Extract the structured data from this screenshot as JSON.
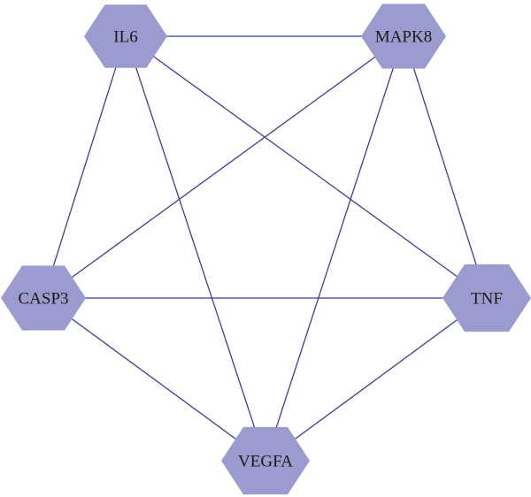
{
  "colors": {
    "node_fill": "#9b9bcf",
    "edge_stroke": "#3a3f91",
    "label_text": "#1a1a1a",
    "background": "#ffffff"
  },
  "network": {
    "nodes": [
      {
        "id": "IL6",
        "label": "IL6"
      },
      {
        "id": "MAPK8",
        "label": "MAPK8"
      },
      {
        "id": "CASP3",
        "label": "CASP3"
      },
      {
        "id": "TNF",
        "label": "TNF"
      },
      {
        "id": "VEGFA",
        "label": "VEGFA"
      }
    ],
    "edges": [
      [
        "IL6",
        "MAPK8"
      ],
      [
        "IL6",
        "CASP3"
      ],
      [
        "IL6",
        "TNF"
      ],
      [
        "IL6",
        "VEGFA"
      ],
      [
        "MAPK8",
        "CASP3"
      ],
      [
        "MAPK8",
        "TNF"
      ],
      [
        "MAPK8",
        "VEGFA"
      ],
      [
        "CASP3",
        "TNF"
      ],
      [
        "CASP3",
        "VEGFA"
      ],
      [
        "TNF",
        "VEGFA"
      ]
    ]
  }
}
